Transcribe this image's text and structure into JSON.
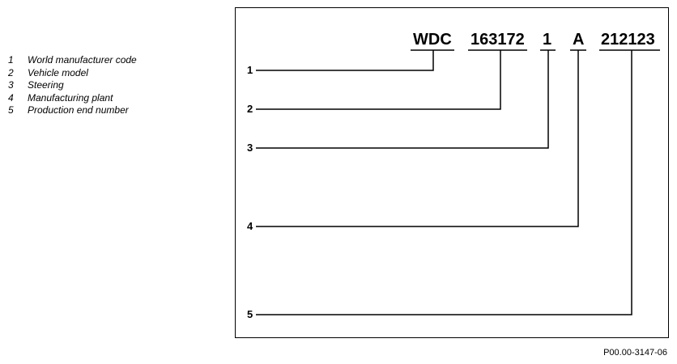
{
  "legend": [
    {
      "num": "1",
      "label": "World manufacturer code"
    },
    {
      "num": "2",
      "label": "Vehicle model"
    },
    {
      "num": "3",
      "label": "Steering"
    },
    {
      "num": "4",
      "label": "Manufacturing plant"
    },
    {
      "num": "5",
      "label": "Production end number"
    }
  ],
  "code": [
    "WDC",
    "163172",
    "1",
    "A",
    "212123"
  ],
  "row_labels": [
    "1",
    "2",
    "3",
    "4",
    "5"
  ],
  "figure_ref": "P00.00-3147-06"
}
